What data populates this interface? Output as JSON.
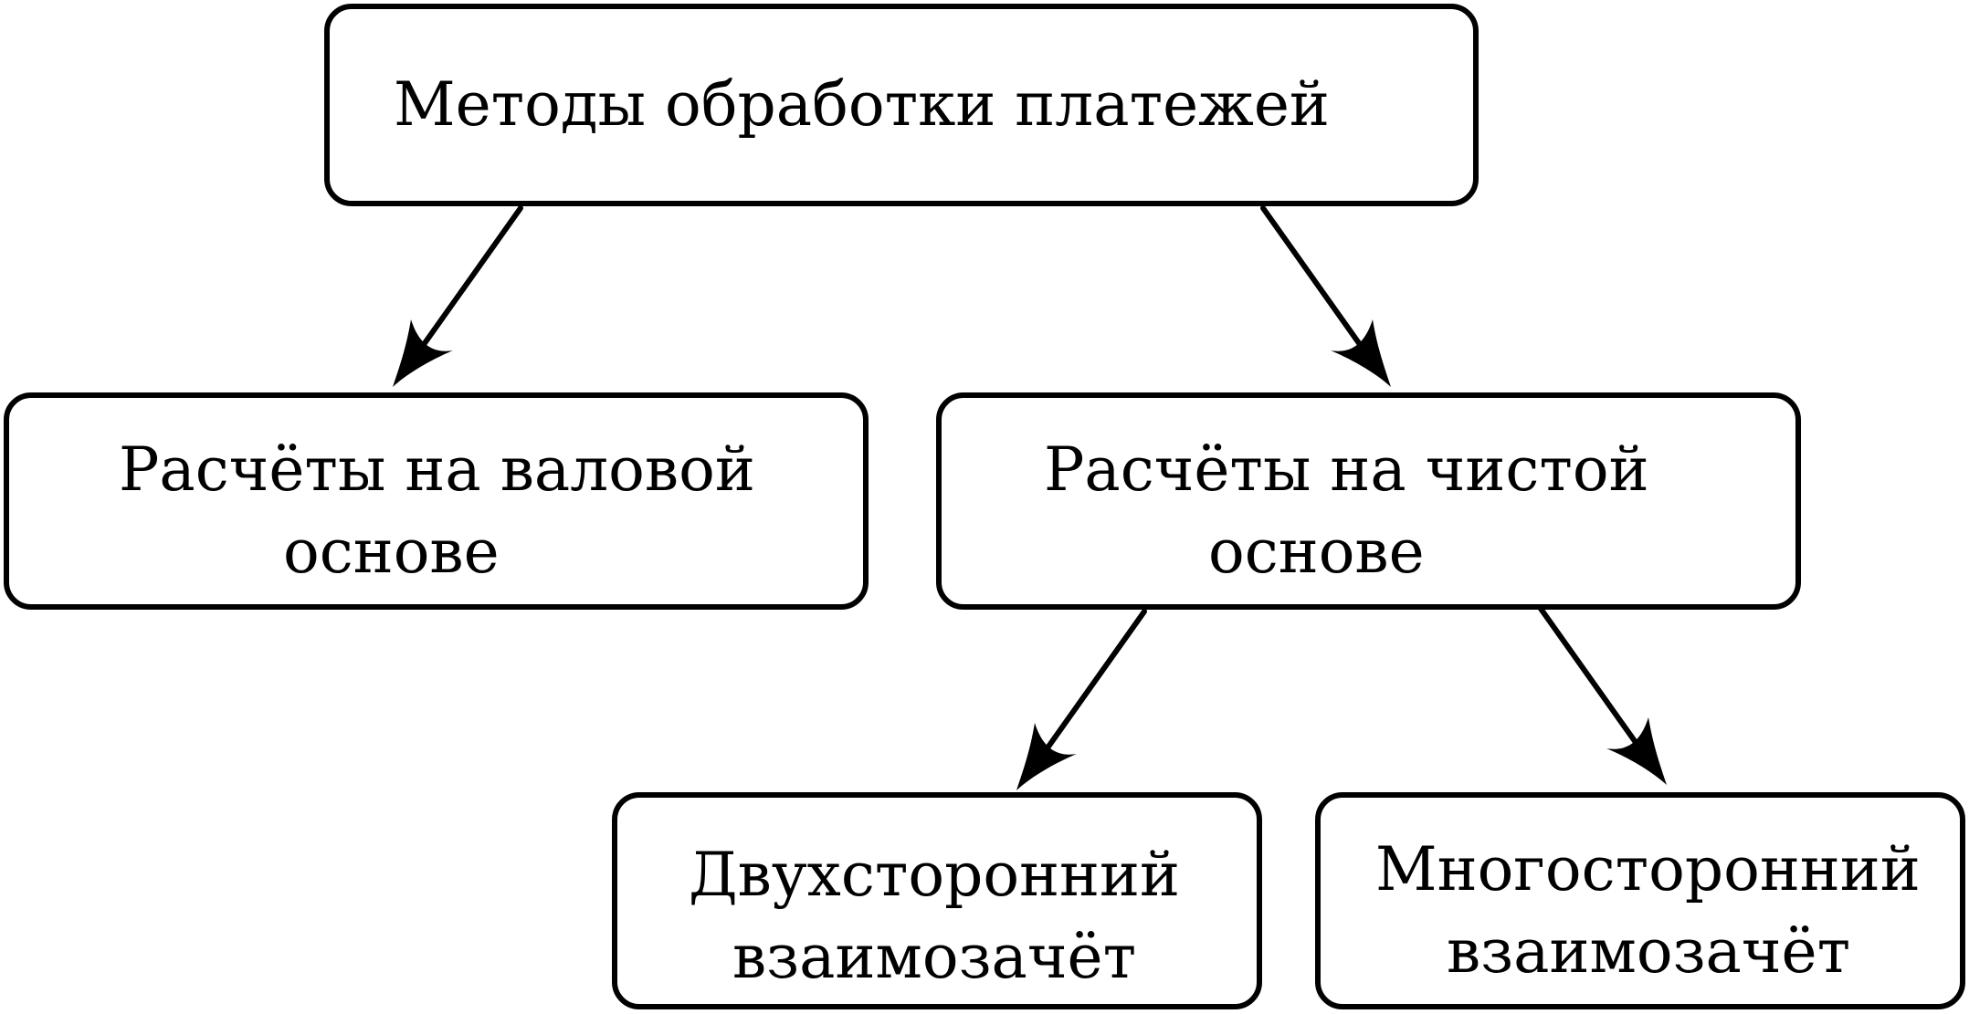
{
  "diagram": {
    "root": {
      "label": "Методы обработки платежей"
    },
    "gross": {
      "line1": "Расчёты на валовой",
      "line2": "основе"
    },
    "net": {
      "line1": "Расчёты на чистой",
      "line2": "основе"
    },
    "bilateral": {
      "line1": "Двухсторонний",
      "line2": "взаимозачёт"
    },
    "multilateral": {
      "line1": "Многосторонний",
      "line2": "взаимозачёт"
    },
    "edges": [
      {
        "from": "root",
        "to": "gross"
      },
      {
        "from": "root",
        "to": "net"
      },
      {
        "from": "net",
        "to": "bilateral"
      },
      {
        "from": "net",
        "to": "multilateral"
      }
    ],
    "colors": {
      "stroke": "#000000",
      "fill": "#ffffff"
    }
  }
}
